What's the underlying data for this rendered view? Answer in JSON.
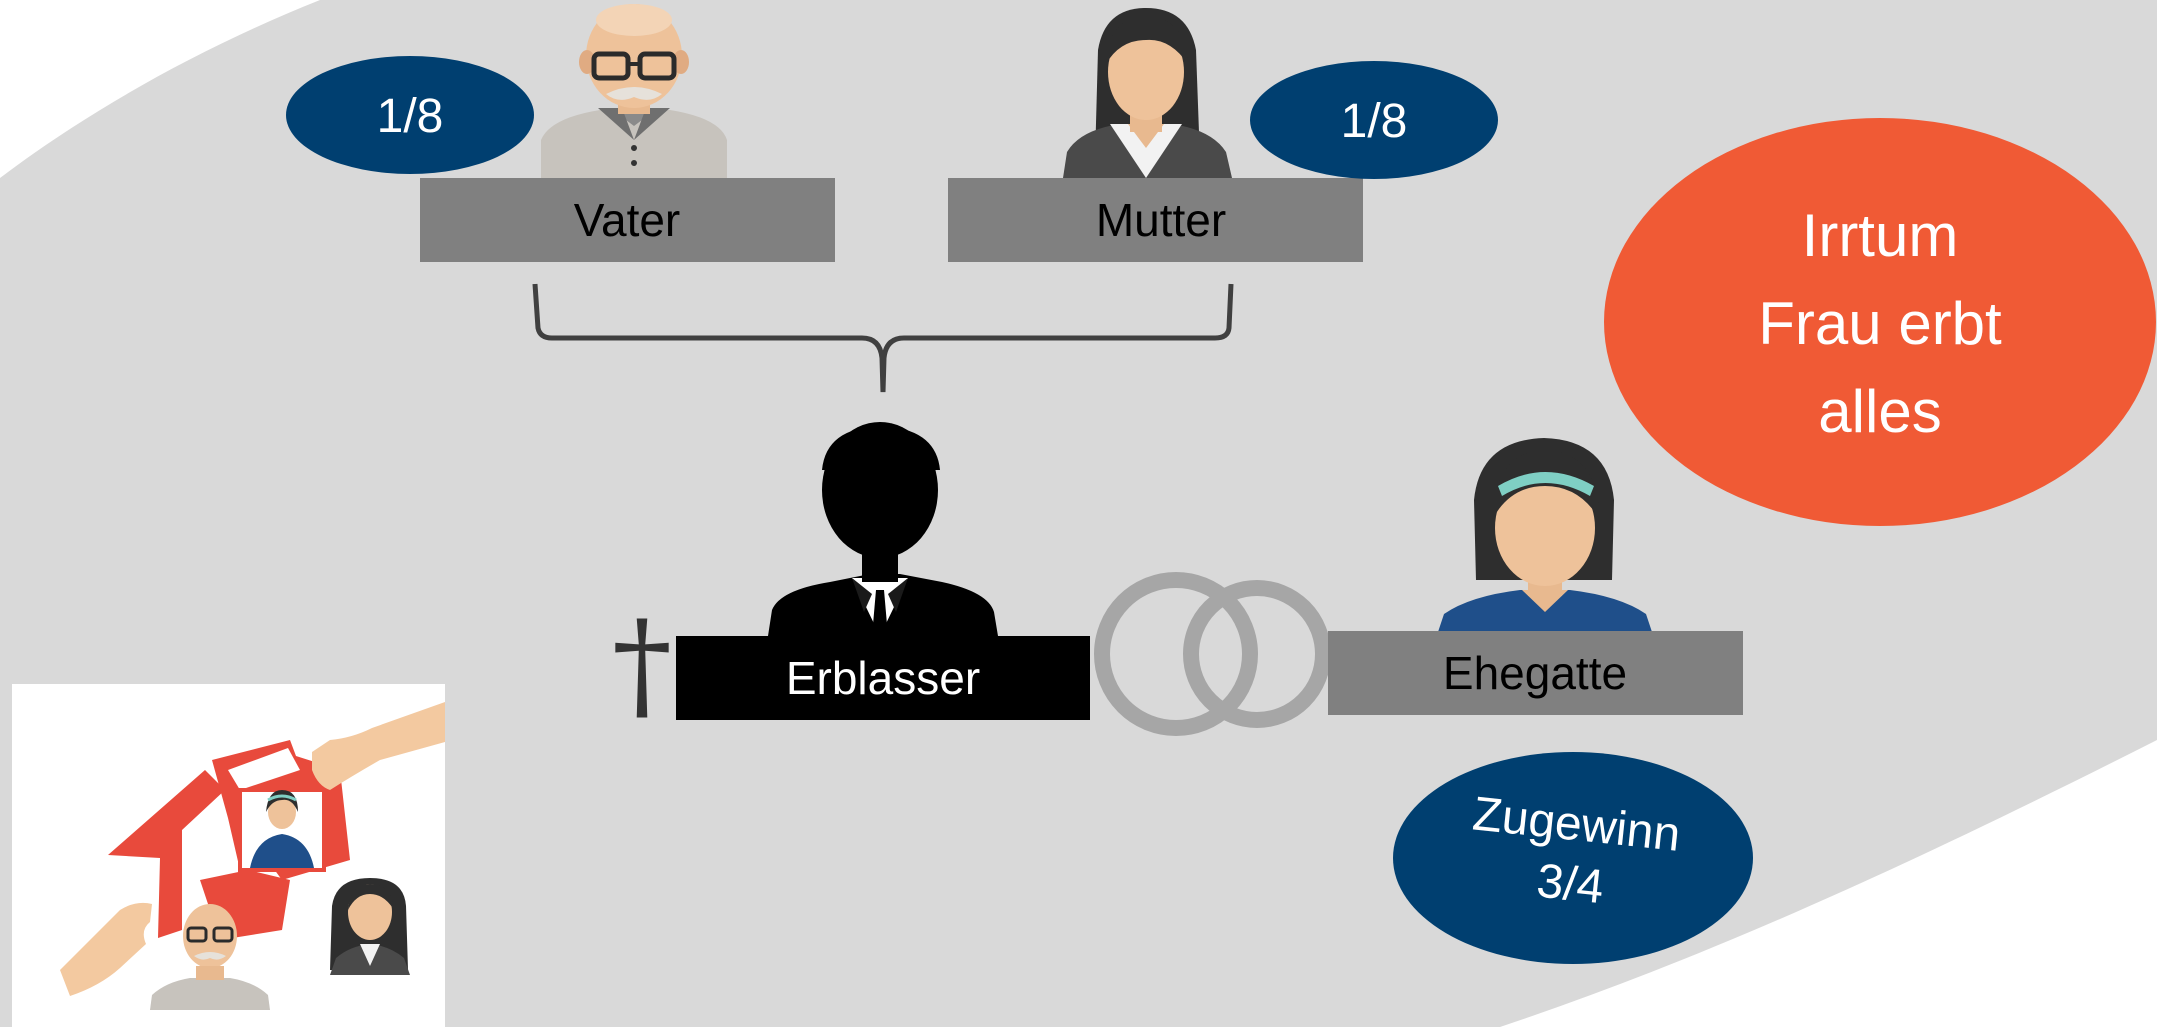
{
  "persons": {
    "father": {
      "label": "Vater",
      "share": "1/8"
    },
    "mother": {
      "label": "Mutter",
      "share": "1/8"
    },
    "deceased": {
      "label": "Erblasser",
      "symbol": "†"
    },
    "spouse": {
      "label": "Ehegatte",
      "share_line1": "Zugewinn",
      "share_line2": "3/4"
    }
  },
  "callout": {
    "line1": "Irrtum",
    "line2": "Frau erbt",
    "line3": "alles"
  },
  "colors": {
    "background_shape": "#d9d9d9",
    "label_box": "#808080",
    "deceased_box": "#000000",
    "share_oval": "#003f70",
    "callout": "#f05a35",
    "rings": "#a6a6a6",
    "bracket": "#404040"
  },
  "icons": {
    "father": "elderly-man-icon",
    "mother": "woman-icon",
    "deceased": "man-silhouette-icon",
    "spouse": "woman-headband-icon",
    "rings": "wedding-rings-icon",
    "corner": "broken-house-family-icon"
  }
}
